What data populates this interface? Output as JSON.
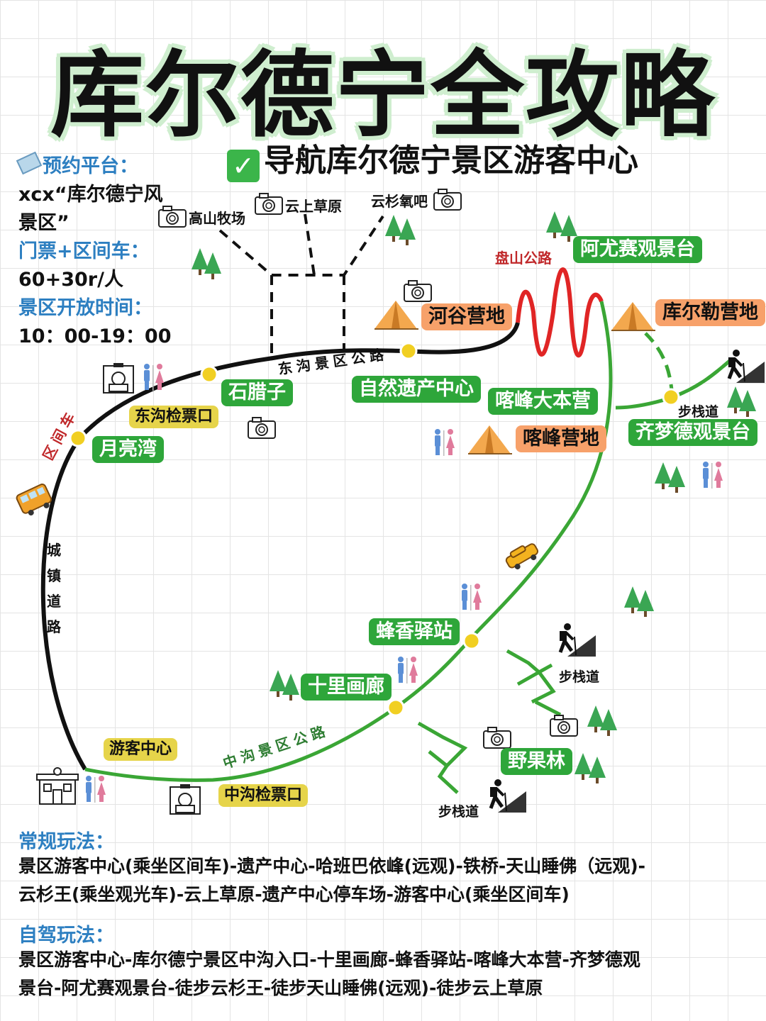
{
  "title": "库尔德宁全攻略",
  "nav_banner": "导航库尔德宁景区游客中心",
  "info": {
    "booking_label": "预约平台：",
    "booking_value_1": "xcx“库尔德宁风",
    "booking_value_2": "景区”",
    "ticket_label": "门票+区间车：",
    "ticket_value": "60+30r/人",
    "hours_label": "景区开放时间：",
    "hours_value": "10：00-19：00"
  },
  "map": {
    "viewpoints": [
      "高山牧场",
      "云上草原",
      "云杉氧吧"
    ],
    "roads": {
      "east_road": "东沟景区公路",
      "middle_road": "中沟景区公路",
      "mountain_road": "盘山公路",
      "shuttle": "区间车",
      "town_road": "城镇道路"
    },
    "trail": "步栈道",
    "stops": {
      "moon_bay": "月亮湾",
      "shilazi": "石腊子",
      "east_ticket": "东沟检票口",
      "heritage": "自然遗产中心",
      "valley_camp": "河谷营地",
      "ayousai": "阿尤赛观景台",
      "kuerle_camp": "库尔勒营地",
      "kafeng_base": "喀峰大本营",
      "kafeng_camp": "喀峰营地",
      "qimengde": "齐梦德观景台",
      "fengxiang": "蜂香驿站",
      "shili": "十里画廊",
      "wild_fruit": "野果林",
      "visitor_center": "游客中心",
      "middle_ticket": "中沟检票口"
    }
  },
  "routes": {
    "regular_title": "常规玩法：",
    "regular_1": "景区游客中心(乘坐区间车)-遗产中心-哈班巴依峰(远观)-铁桥-天山睡佛（远观)-",
    "regular_2": "云杉王(乘坐观光车)-云上草原-遗产中心停车场-游客中心(乘坐区间车)",
    "selfdrive_title": "自驾玩法：",
    "selfdrive_1": "景区游客中心-库尔德宁景区中沟入口-十里画廊-蜂香驿站-喀峰大本营-齐梦德观",
    "selfdrive_2": "景台-阿尤赛观景台-徒步云杉王-徒步天山睡佛(远观)-徒步云上草原"
  },
  "colors": {
    "green_road": "#3aa635",
    "black_road": "#111111",
    "red_road": "#e02525",
    "tag_green": "#2ea63a",
    "tag_orange": "#f7a16a",
    "tag_yellow": "#e6d44a",
    "label_blue": "#2d7fc1"
  }
}
